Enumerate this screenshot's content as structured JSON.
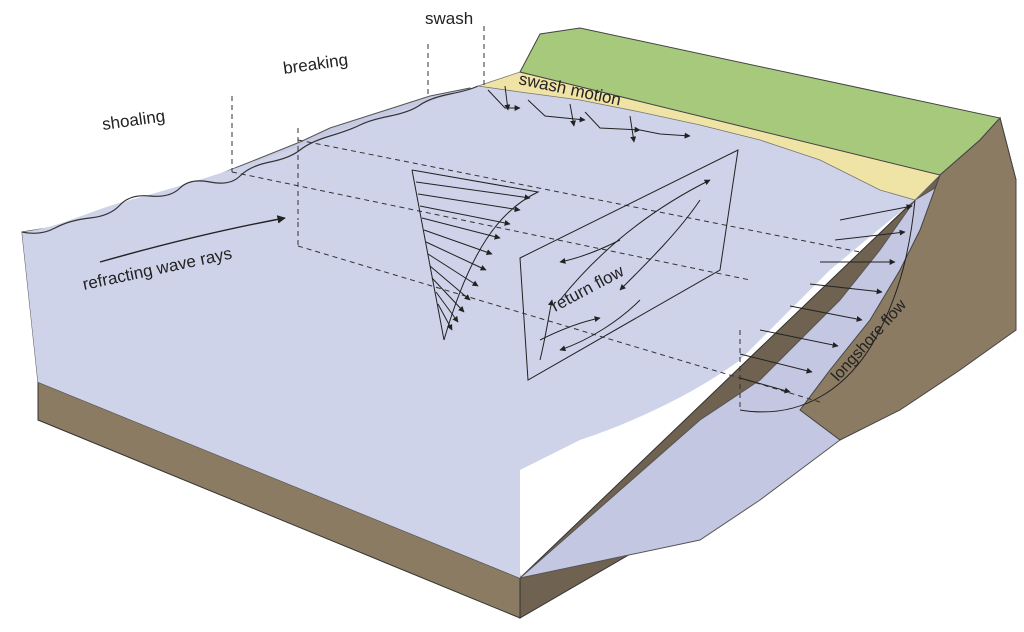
{
  "labels": {
    "shoaling": "shoaling",
    "breaking": "breaking",
    "swash": "swash",
    "swash_motion": "swash motion",
    "refracting_wave_rays": "refracting wave rays",
    "return_flow": "return flow",
    "longshore_flow": "longshore flow"
  },
  "colors": {
    "water": "#c9cde6",
    "water_side": "#c4c8e2",
    "sediment": "#8a7b62",
    "sediment_dark": "#6f6250",
    "sand": "#f0e3a6",
    "grass": "#a7c97c",
    "line": "#222222"
  }
}
